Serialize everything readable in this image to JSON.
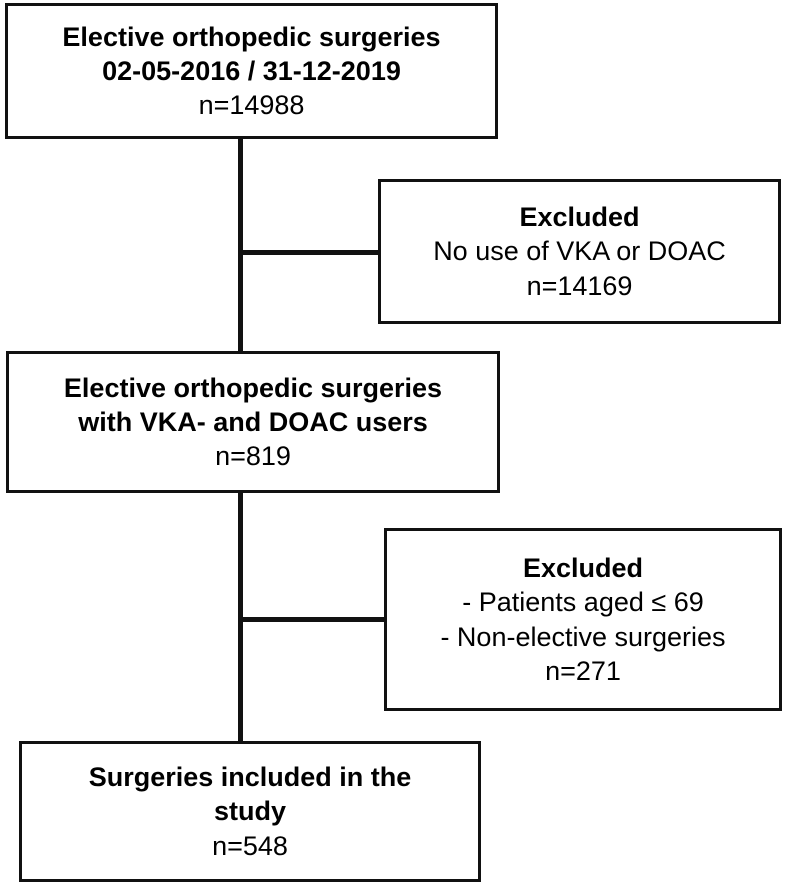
{
  "boxes": {
    "start": {
      "title_line1": "Elective orthopedic surgeries",
      "title_line2": "02-05-2016 / 31-12-2019",
      "count": "n=14988"
    },
    "excluded1": {
      "title": "Excluded",
      "reason": "No use of VKA or DOAC",
      "count": "n=14169"
    },
    "middle": {
      "title_line1": "Elective orthopedic surgeries",
      "title_line2": "with VKA- and DOAC users",
      "count": "n=819"
    },
    "excluded2": {
      "title": "Excluded",
      "reason1": "- Patients aged ≤ 69",
      "reason2": "- Non-elective surgeries",
      "count": "n=271"
    },
    "final": {
      "title_line1": "Surgeries included in the",
      "title_line2": "study",
      "count": "n=548"
    }
  }
}
